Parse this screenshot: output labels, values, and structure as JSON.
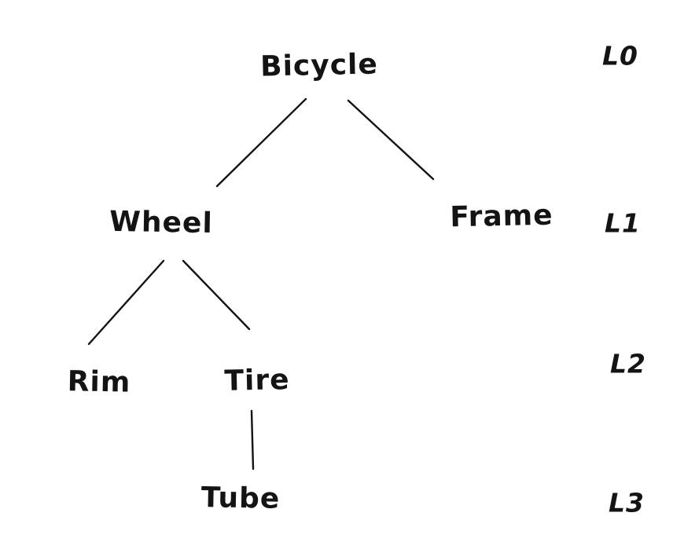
{
  "diagram": {
    "type": "tree",
    "style": "hand-drawn",
    "background_color": "#ffffff",
    "ink_color": "#141414",
    "nodes": [
      {
        "id": "bicycle",
        "label": "Bicycle",
        "level": 0
      },
      {
        "id": "wheel",
        "label": "Wheel",
        "level": 1
      },
      {
        "id": "frame",
        "label": "Frame",
        "level": 1
      },
      {
        "id": "rim",
        "label": "Rim",
        "level": 2
      },
      {
        "id": "tire",
        "label": "Tire",
        "level": 2
      },
      {
        "id": "tube",
        "label": "Tube",
        "level": 3
      }
    ],
    "edges": [
      {
        "from": "bicycle",
        "to": "wheel"
      },
      {
        "from": "bicycle",
        "to": "frame"
      },
      {
        "from": "wheel",
        "to": "rim"
      },
      {
        "from": "wheel",
        "to": "tire"
      },
      {
        "from": "tire",
        "to": "tube"
      }
    ],
    "level_labels": [
      "L0",
      "L1",
      "L2",
      "L3"
    ]
  }
}
